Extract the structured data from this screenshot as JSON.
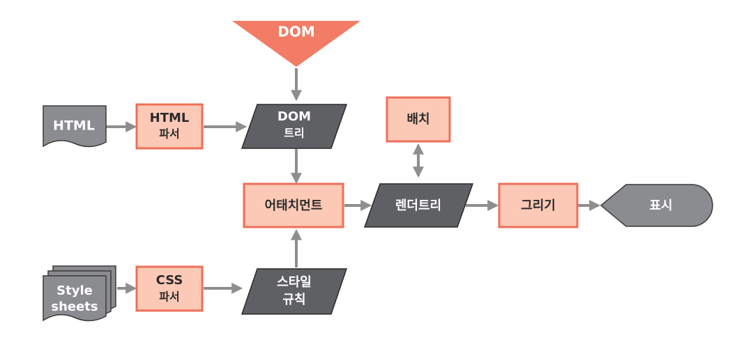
{
  "colors": {
    "node_fill": "#fcc9b6",
    "node_stroke": "#ee6f58",
    "dark_fill": "#5f6063",
    "doc_fill": "#8b8c8f",
    "arrow": "#8e8e8e",
    "dom_triangle": "#f27c65"
  },
  "nodes": {
    "dom_source": "DOM",
    "html_doc": "HTML",
    "html_parser_l1": "HTML",
    "html_parser_l2": "파서",
    "dom_tree_l1": "DOM",
    "dom_tree_l2": "트리",
    "layout": "배치",
    "attachment": "어태치먼트",
    "render_tree": "렌더트리",
    "painting": "그리기",
    "display": "표시",
    "stylesheets_l1": "Style",
    "stylesheets_l2": "sheets",
    "css_parser_l1": "CSS",
    "css_parser_l2": "파서",
    "style_rules_l1": "스타일",
    "style_rules_l2": "규칙"
  }
}
